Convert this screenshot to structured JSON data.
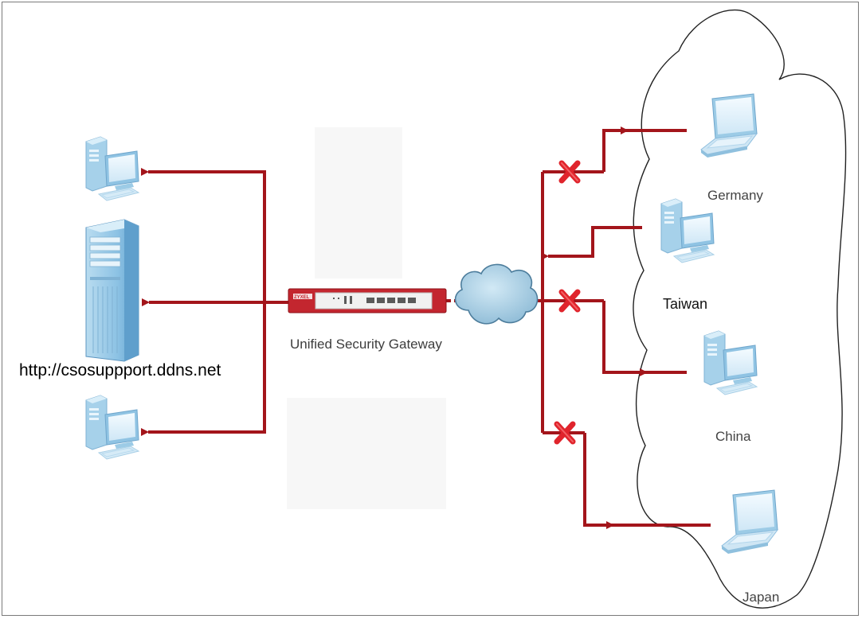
{
  "server_url": "http://csosuppport.ddns.net",
  "gateway": {
    "label": "Unified Security Gateway",
    "brand": "ZYXEL"
  },
  "locations": [
    {
      "name": "Germany",
      "device": "laptop",
      "blocked": true
    },
    {
      "name": "Taiwan",
      "device": "desktop",
      "blocked": false
    },
    {
      "name": "China",
      "device": "desktop",
      "blocked": true
    },
    {
      "name": "Japan",
      "device": "laptop",
      "blocked": true
    }
  ],
  "colors": {
    "link": "#a3151b",
    "block_mark": "#e0242c",
    "cloud_fill": "#a9cfe4",
    "device_light": "#d7ebf6",
    "device_mid": "#9fcbe6",
    "device_dark": "#6ea8cf",
    "gateway_body": "#c3262f"
  },
  "icons": [
    "desktop-icon",
    "server-icon",
    "firewall-icon",
    "internet-cloud-icon",
    "laptop-icon",
    "block-x-icon"
  ]
}
